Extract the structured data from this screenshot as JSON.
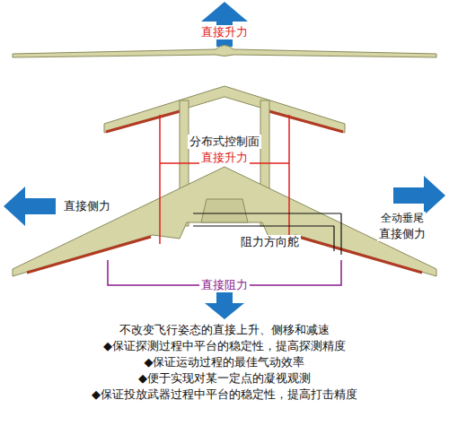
{
  "diagram": {
    "labels": [
      "直接升力",
      "分布式控制面",
      "直接升力",
      "直接侧力",
      "全动垂尾",
      "直接侧力",
      "阻力方向舵",
      "直接阻力",
      "不改变飞行姿态的直接上升、侧移和减速",
      "◆保证探测过程中平台的稳定性，提高探测精度",
      "◆保证运动过程的最佳气动效率",
      "◆便于实现对某一定点的凝视观测",
      "◆保证投放武器过程中平台的稳定性，提高打击精度"
    ]
  }
}
